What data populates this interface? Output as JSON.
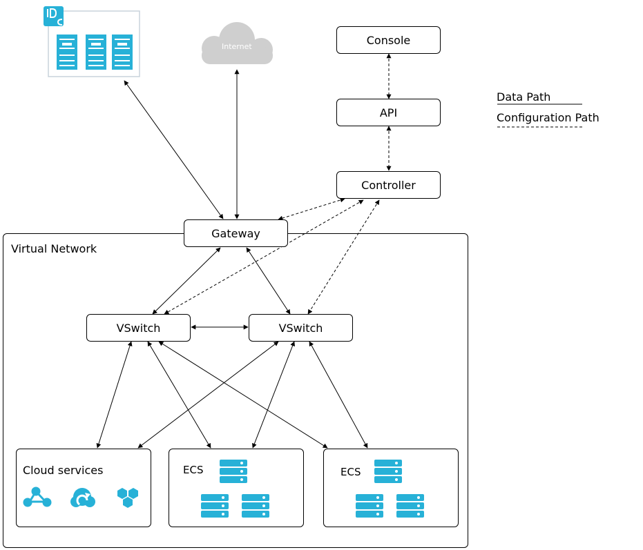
{
  "idc": {
    "badge": "IDC"
  },
  "internet": {
    "label": "Internet"
  },
  "console": {
    "label": "Console"
  },
  "api": {
    "label": "API"
  },
  "controller": {
    "label": "Controller"
  },
  "gateway": {
    "label": "Gateway"
  },
  "virtual_network": {
    "label": "Virtual Network"
  },
  "vswitch_left": {
    "label": "VSwitch"
  },
  "vswitch_right": {
    "label": "VSwitch"
  },
  "cloud_services": {
    "label": "Cloud services"
  },
  "ecs_left": {
    "label": "ECS"
  },
  "ecs_right": {
    "label": "ECS"
  },
  "legend": {
    "data_path": "Data Path",
    "config_path": "Configuration Path"
  },
  "colors": {
    "accent": "#27b1d7",
    "cloud": "#cfcfcf",
    "idc_border": "#c9d3dc"
  }
}
